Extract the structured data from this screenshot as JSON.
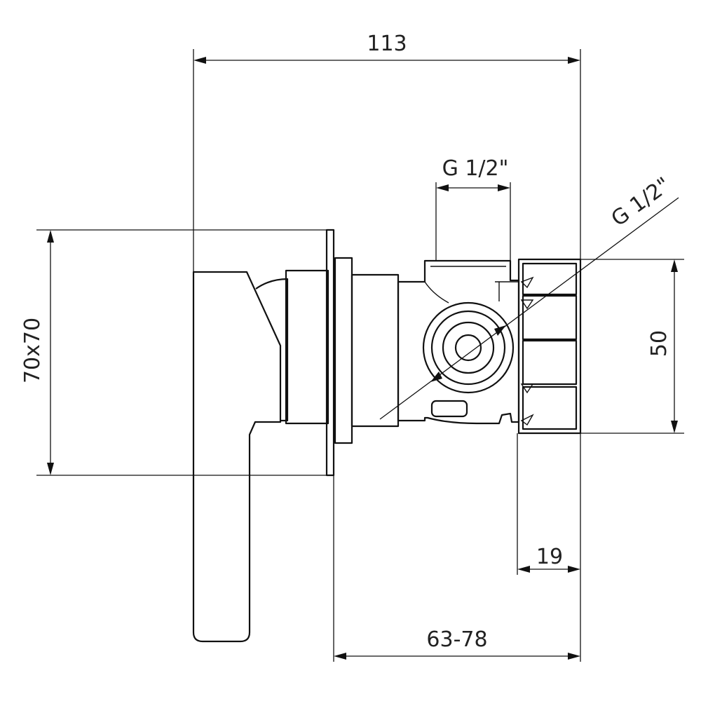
{
  "dimensions": {
    "overall_length": "113",
    "top_outlet_thread": "G 1/2\"",
    "side_inlet_thread": "G 1/2\"",
    "cover_plate_size": "70x70",
    "body_height": "50",
    "body_depth": "19",
    "installation_depth_range": "63-78"
  },
  "colors": {
    "line": "#111111",
    "background": "#ffffff"
  }
}
